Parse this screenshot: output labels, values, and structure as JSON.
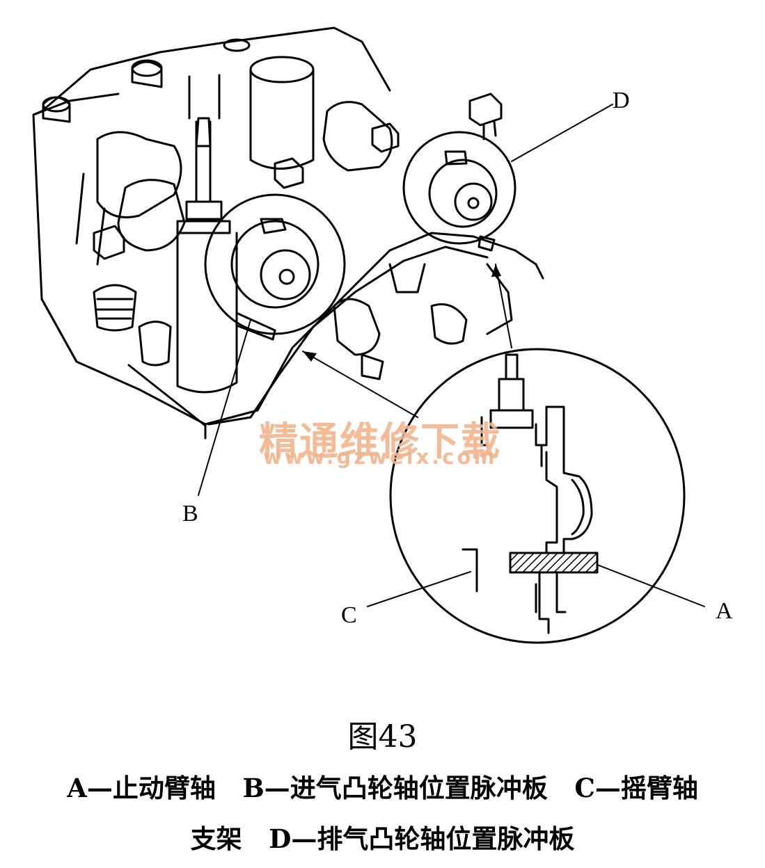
{
  "labels": {
    "a": "A",
    "b": "B",
    "c": "C",
    "d": "D"
  },
  "watermark": {
    "text": "精通维修下载",
    "url": "www.gzweix.com"
  },
  "figure": {
    "title": "图43",
    "caption_line1": "A—止动臂轴   B—进气凸轮轴位置脉冲板   C—摇臂轴",
    "caption_line2": "支架   D—排气凸轮轴位置脉冲板"
  }
}
